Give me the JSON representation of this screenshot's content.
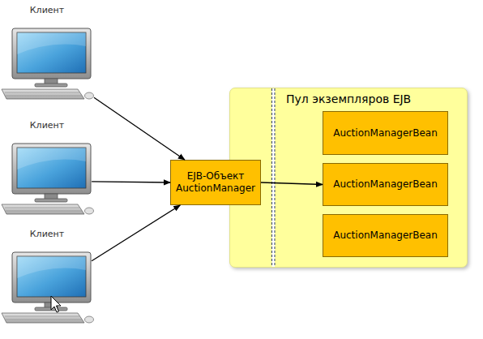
{
  "diagram": {
    "nodes": [
      {
        "text": [
          "Клиент"
        ]
      },
      {
        "text": [
          "Клиент"
        ]
      },
      {
        "text": [
          "Клиент"
        ]
      },
      {
        "text": [
          "EJB-Объект AuctionManager"
        ]
      },
      {
        "text": [
          "Пул экземпляров EJB"
        ]
      },
      {
        "text": [
          "AuctionManagerBean"
        ],
        "in": 4
      },
      {
        "text": [
          "AuctionManagerBean"
        ],
        "in": 4
      },
      {
        "text": [
          "AuctionManagerBean"
        ],
        "in": 4
      }
    ],
    "edges": [
      {
        "from": 0,
        "to": 3,
        "arrow": "to"
      },
      {
        "from": 1,
        "to": 3,
        "arrow": "to"
      },
      {
        "from": 2,
        "to": 3,
        "arrow": "to"
      },
      {
        "from": 3,
        "to": 6,
        "arrow": "to"
      }
    ]
  }
}
